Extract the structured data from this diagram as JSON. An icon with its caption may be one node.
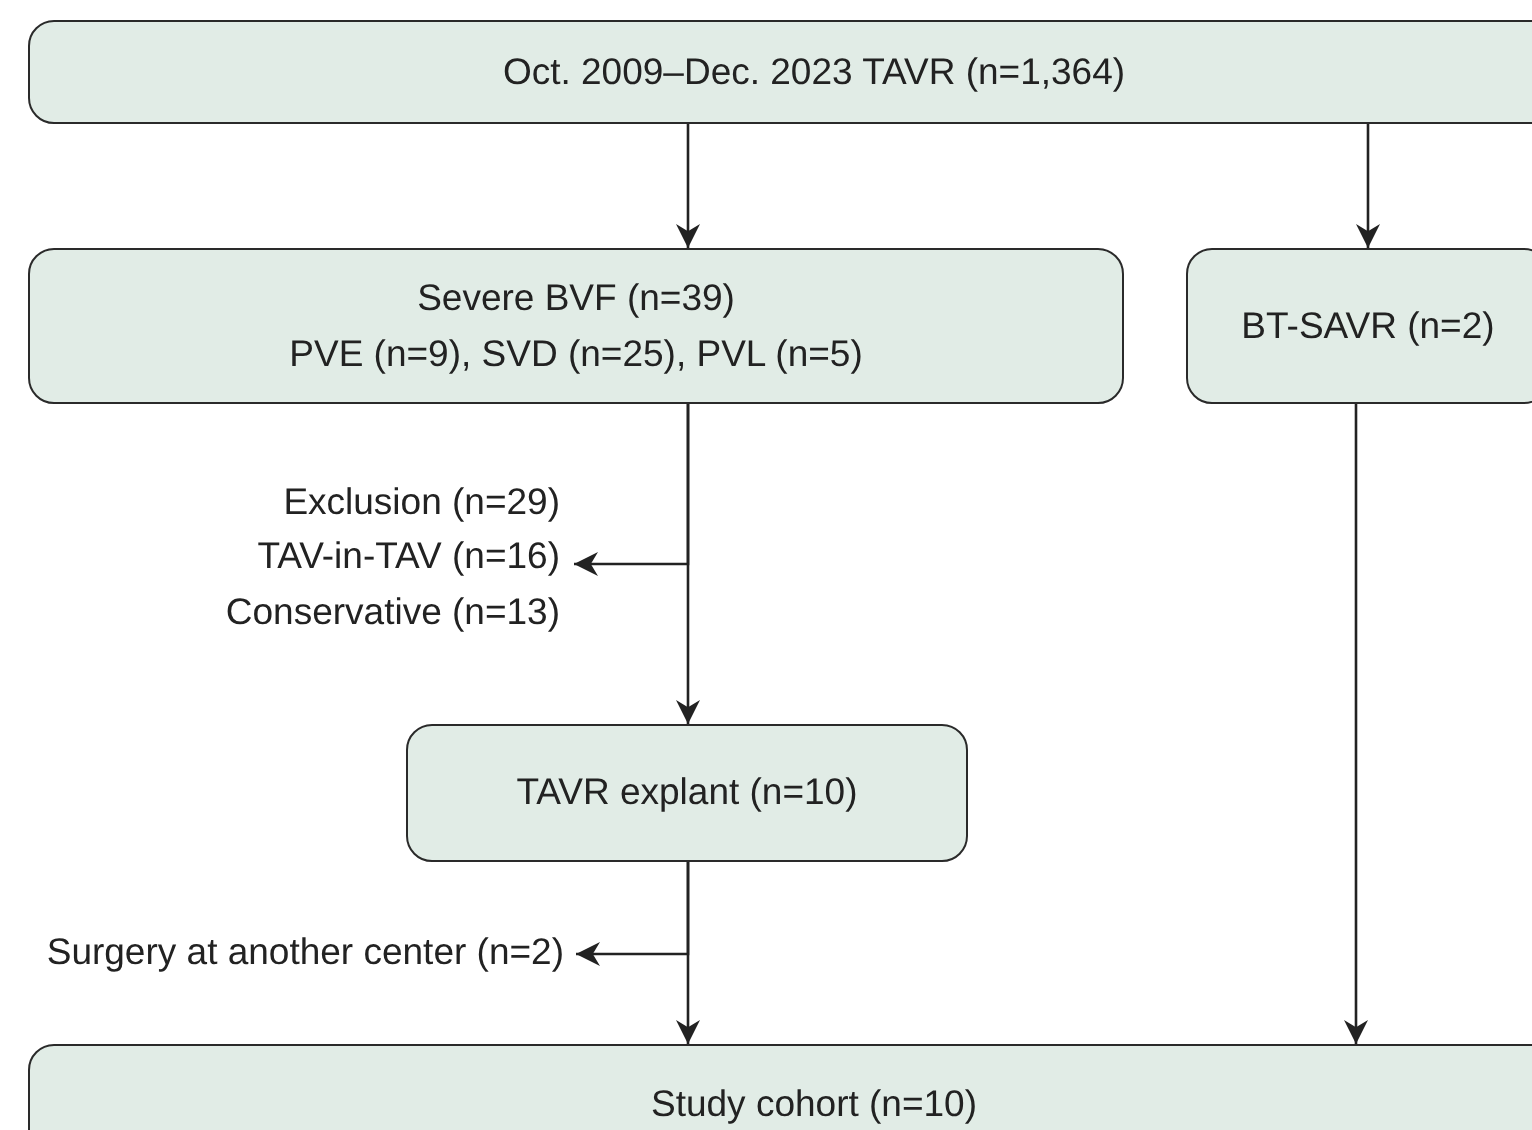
{
  "diagram": {
    "nodes": [
      {
        "text": [
          "Oct. 2009–Dec. 2023 TAVR (n=1,364)"
        ]
      },
      {
        "text": [
          "Severe BVF (n=39)",
          "PVE (n=9), SVD (n=25), PVL (n=5)"
        ]
      },
      {
        "text": [
          "BT-SAVR (n=2)"
        ]
      },
      {
        "text": [
          "Exclusion (n=29)",
          "TAV-in-TAV (n=16)",
          "Conservative (n=13)"
        ]
      },
      {
        "text": [
          "TAVR explant (n=10)"
        ]
      },
      {
        "text": [
          "Surgery at another center (n=2)"
        ]
      },
      {
        "text": [
          "Study cohort (n=10)"
        ]
      }
    ],
    "edges": [
      {
        "from": 0,
        "to": 1,
        "arrow": "to"
      },
      {
        "from": 0,
        "to": 2,
        "arrow": "to"
      },
      {
        "from": 1,
        "to": 3,
        "arrow": "to"
      },
      {
        "from": 1,
        "to": 4,
        "arrow": "to"
      },
      {
        "from": 4,
        "to": 5,
        "arrow": "to"
      },
      {
        "from": 4,
        "to": 6,
        "arrow": "to"
      },
      {
        "from": 2,
        "to": 6,
        "arrow": "to"
      }
    ]
  }
}
